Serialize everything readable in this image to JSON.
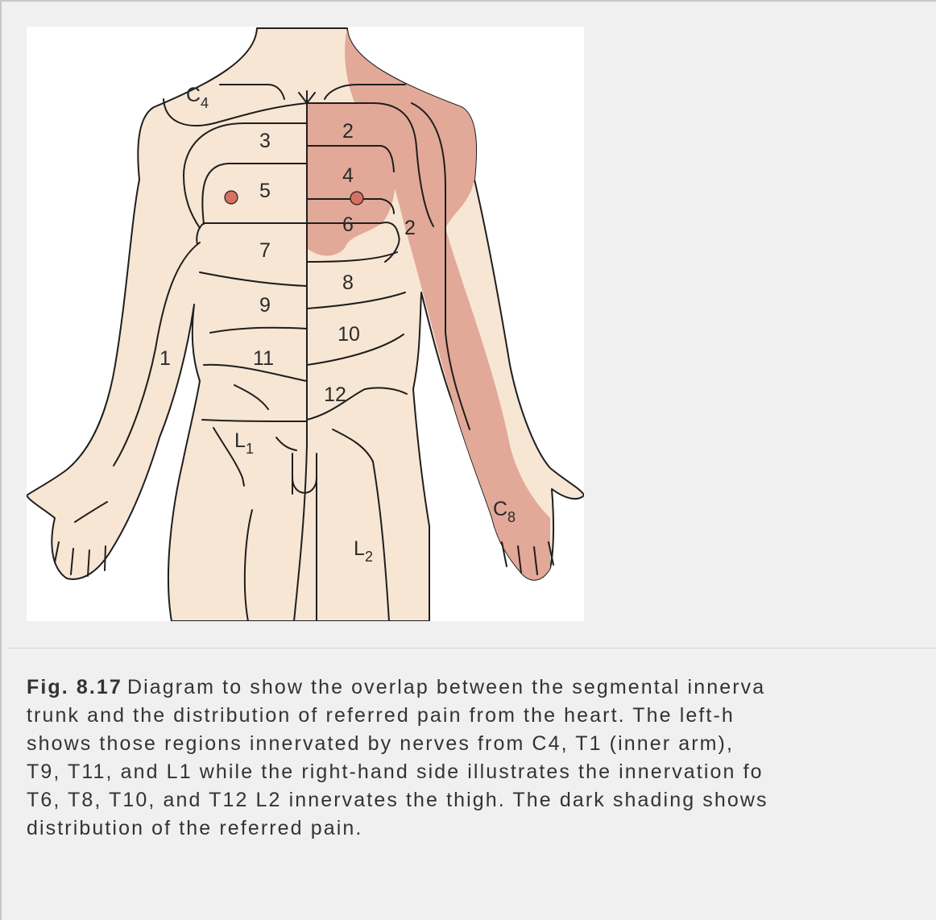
{
  "figure": {
    "labels": {
      "c4": "C",
      "c4_sub": "4",
      "c8": "C",
      "c8_sub": "8",
      "l1": "L",
      "l1_sub": "1",
      "l2": "L",
      "l2_sub": "2",
      "t1": "1",
      "left_3": "3",
      "left_5": "5",
      "left_7": "7",
      "left_9": "9",
      "left_11": "11",
      "right_2": "2",
      "right_4": "4",
      "right_6": "6",
      "right_8": "8",
      "right_10": "10",
      "right_12": "12",
      "arm_2": "2"
    },
    "colors": {
      "skin": "#f7e6d4",
      "referred_pain": "#e2a898",
      "nipple": "#d87060",
      "outline": "#1e1e1e"
    }
  },
  "caption": {
    "fig_number": "Fig. 8.17",
    "lines": [
      "Diagram to show the overlap between the segmental innerva",
      "trunk and the distribution of referred pain from the heart. The left-h",
      "shows those regions innervated by nerves from C4, T1 (inner arm),",
      "T9, T11, and L1 while the right-hand side illustrates the innervation fo",
      "T6, T8, T10, and T12 L2 innervates the thigh. The dark shading shows",
      "distribution of the referred pain."
    ]
  }
}
